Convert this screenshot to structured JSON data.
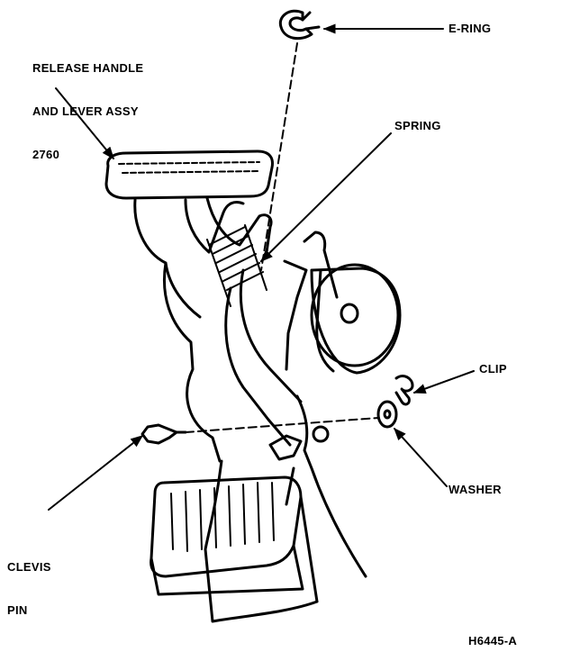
{
  "labels": {
    "release_handle": [
      "RELEASE HANDLE",
      "AND LEVER ASSY",
      "2760"
    ],
    "e_ring": "E-RING",
    "spring": "SPRING",
    "clip": "CLIP",
    "washer": "WASHER",
    "clevis_pin": [
      "CLEVIS",
      "PIN"
    ],
    "figure_id": "H6445-A"
  },
  "colors": {
    "ink": "#000000",
    "paper": "#ffffff"
  }
}
